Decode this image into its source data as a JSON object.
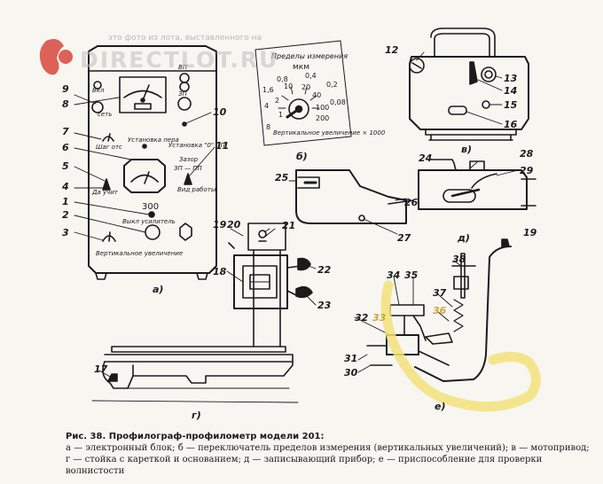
{
  "watermark": {
    "text": "это фото из лота, выставленного на",
    "brand": "DIRECTLOT.RU",
    "squirrel_color": "#d9483b"
  },
  "panel_a": {
    "label": "а)",
    "top_labels": {
      "vkl": "Вкл",
      "set": "сеть",
      "vp": "ВП",
      "zp": "ЗП"
    },
    "labels": {
      "shag": "Шаг отс",
      "ust_pera": "Установка пера",
      "ust_0": "Установка \"0\" ПП",
      "zazor": "Зазор",
      "zp_pp": "ЗП — ПП",
      "da_uchit": "Да учит",
      "vid_raboty": "Вид работы",
      "value_300": "300",
      "vykl": "Выкл усилитель",
      "vert": "Вертикальное увеличение"
    },
    "numbers": [
      "9",
      "8",
      "7",
      "6",
      "5",
      "4",
      "1",
      "2",
      "3",
      "10",
      "11"
    ]
  },
  "panel_b": {
    "label": "б)",
    "title": "Пределы измерения",
    "unit": "мкм",
    "scale": [
      "0,8",
      "0,4",
      "0,2",
      "0,08",
      "1,6",
      "4",
      "8",
      "10",
      "20",
      "40",
      "2",
      "1",
      "100",
      "200"
    ],
    "caption": "Вертикальное увеличение × 1000"
  },
  "panel_v": {
    "label": "в)",
    "numbers": [
      "12",
      "13",
      "14",
      "15",
      "16"
    ]
  },
  "panel_g": {
    "label": "г)",
    "numbers": [
      "17",
      "18",
      "19",
      "20",
      "21",
      "22",
      "23"
    ]
  },
  "panel_d": {
    "label": "д)",
    "numbers": [
      "24",
      "25",
      "26",
      "27",
      "28",
      "29"
    ]
  },
  "panel_e": {
    "label": "е)",
    "numbers": [
      "19",
      "30",
      "31",
      "32",
      "33",
      "34",
      "35",
      "36",
      "37",
      "38"
    ],
    "highlight_color": "#f3e27a"
  },
  "caption": {
    "title": "Рис. 38. Профилограф-профилометр модели 201:",
    "text": "а — электронный блок; б — переключатель пределов измерения (вертикальных увеличений); в — мотопривод; г — стойка с кареткой и основанием; д — записывающий прибор; е — приспособление для проверки волнистости"
  }
}
